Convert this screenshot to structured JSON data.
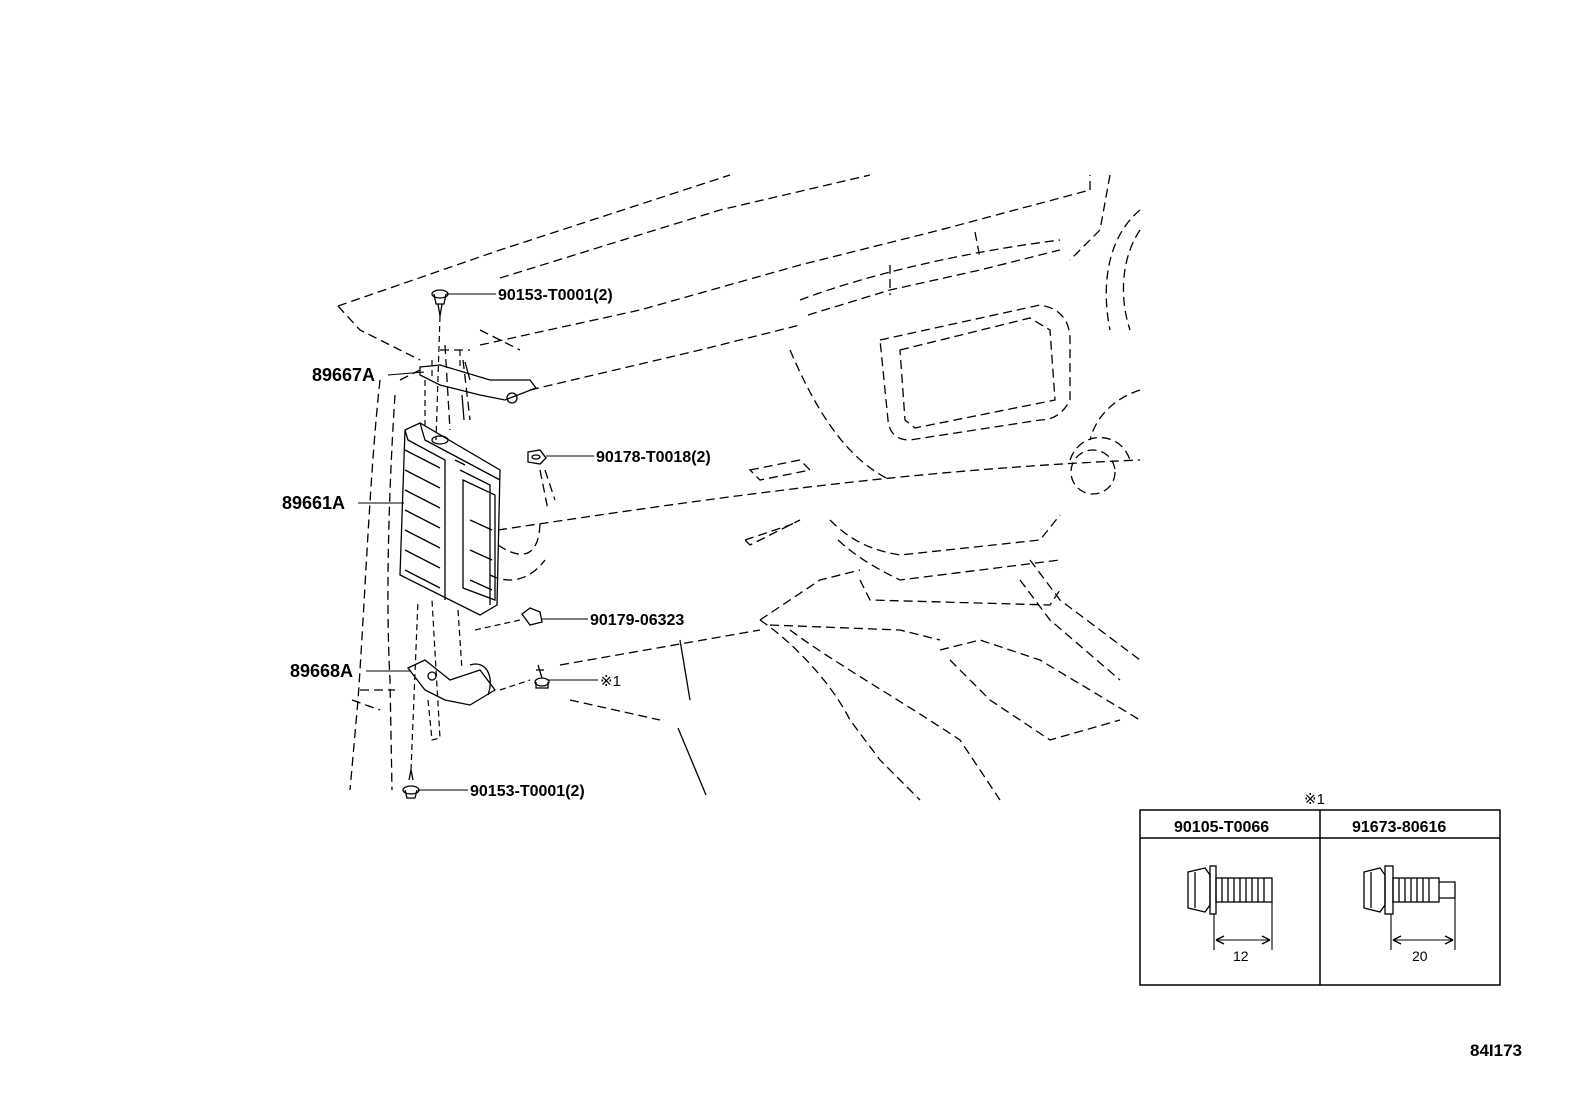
{
  "parts": {
    "screw_top": "90153-T0001(2)",
    "bracket_upper": "89667A",
    "nut": "90178-T0018(2)",
    "ecu": "89661A",
    "clip": "90179-06323",
    "bolt_ref": "※1",
    "bracket_lower": "89668A",
    "screw_bottom": "90153-T0001(2)"
  },
  "bolt_table": {
    "title": "※1",
    "columns": [
      {
        "part": "90105-T0066",
        "length": "12"
      },
      {
        "part": "91673-80616",
        "length": "20"
      }
    ]
  },
  "figure_id": "84I173"
}
